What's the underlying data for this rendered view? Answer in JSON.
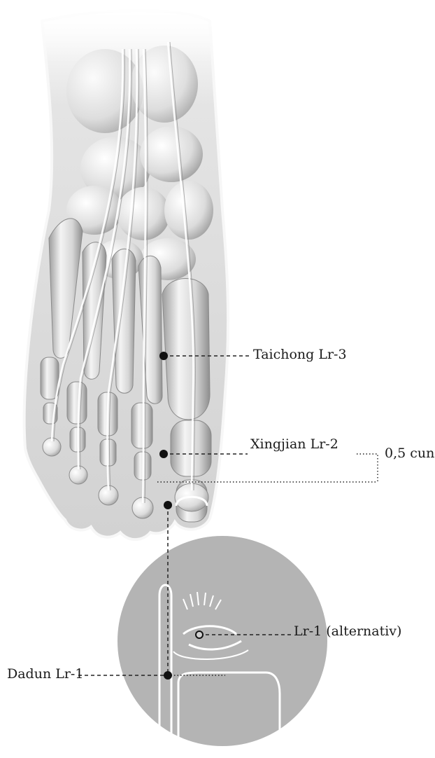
{
  "labels": {
    "taichong": "Taichong Lr-3",
    "xingjian": "Xingjian Lr-2",
    "cun": "0,5 cun",
    "lr1_alt": "Lr-1 (alternativ)",
    "dadun": "Dadun Lr-1"
  },
  "colors": {
    "bone_light": "#f2f2f2",
    "bone_shade": "#9a9a9a",
    "skin_glow": "#d9d9d9",
    "detail_circle": "#b3b3b3",
    "line": "#222222"
  }
}
